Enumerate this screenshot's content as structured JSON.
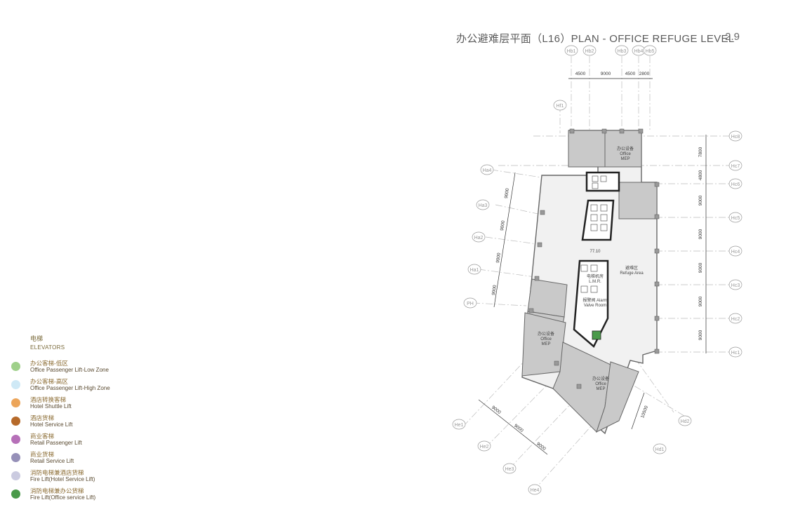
{
  "header": {
    "title": "办公避难层平面（L16）PLAN - OFFICE REFUGE LEVEL",
    "page_number": "2.9"
  },
  "grid": {
    "top": [
      "Hb1",
      "Hb2",
      "Hb3",
      "Hb4",
      "Hb5"
    ],
    "top_dims": [
      "4500",
      "9000",
      "4500",
      "2800"
    ],
    "right": [
      "Hc8",
      "Hc7",
      "Hc6",
      "Hc5",
      "Hc4",
      "Hc3",
      "Hc2",
      "Hc1"
    ],
    "right_dims": [
      "7800",
      "4800",
      "9000",
      "9000",
      "9000",
      "9000",
      "9000"
    ],
    "left": [
      "Ha4",
      "Ha3",
      "Ha2",
      "Ha1"
    ],
    "left_dims": [
      "9000",
      "9000",
      "9000",
      "9000"
    ],
    "misc": [
      "Hf1",
      "PH"
    ],
    "bottom": [
      "He1",
      "He2",
      "He3",
      "He4"
    ],
    "bottom_dims": [
      "9000",
      "9000",
      "9000"
    ],
    "diag": [
      "Hd1",
      "Hd2"
    ],
    "diag_dim": "10500"
  },
  "rooms": {
    "mep_top": [
      "办公设备",
      "Office",
      "MEP"
    ],
    "mep_left": [
      "办公设备",
      "Office",
      "MEP"
    ],
    "mep_bottom": [
      "办公设备",
      "Office",
      "MEP"
    ],
    "refuge": [
      "避难区",
      "Refuge Area"
    ],
    "lmr": [
      "电梯机房",
      "L.M.R."
    ],
    "alarm": [
      "报警阀 Alarm",
      "Valve Room"
    ],
    "level_mark": "77.10"
  },
  "legend": {
    "title_cn": "电梯",
    "title_en": "ELEVATORS",
    "items": [
      {
        "cn": "办公客梯-低区",
        "en": "Office Passenger Lift-Low Zone",
        "color": "#9fd08a"
      },
      {
        "cn": "办公客梯-高区",
        "en": "Office Passenger Lift-High Zone",
        "color": "#cfe9f6"
      },
      {
        "cn": "酒店转换客梯",
        "en": "Hotel Shuttle Lift",
        "color": "#eca55a"
      },
      {
        "cn": "酒店货梯",
        "en": "Hotel Service Lift",
        "color": "#b66a2a"
      },
      {
        "cn": "商业客梯",
        "en": "Retail Passenger Lift",
        "color": "#b670b8"
      },
      {
        "cn": "商业货梯",
        "en": "Retail Service Lift",
        "color": "#9690b8"
      },
      {
        "cn": "消防电梯兼酒店货梯",
        "en": "Fire Lift(Hotel Service Lift)",
        "color": "#cbcbe0"
      },
      {
        "cn": "消防电梯兼办公货梯",
        "en": "Fire Lift(Office service Lift)",
        "color": "#4a9a4a"
      }
    ]
  }
}
